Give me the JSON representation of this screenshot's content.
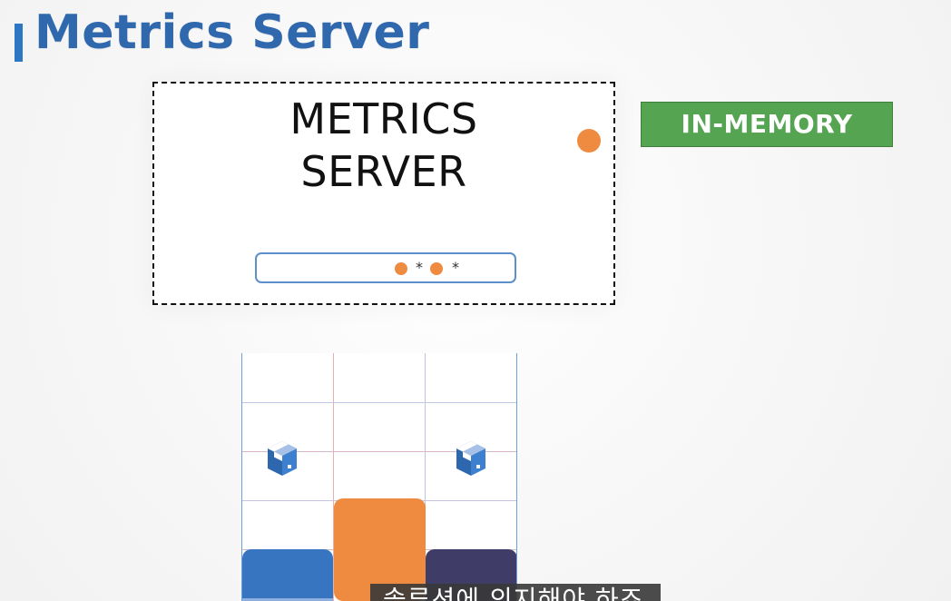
{
  "header": {
    "title": "Metrics Server",
    "accent_color": "#2d76c4",
    "title_color": "#2f68ad"
  },
  "diagram": {
    "metrics_box_title": "METRICS\nSERVER",
    "formula_symbols": [
      "*",
      "*"
    ],
    "dot_color": "#ef8a41",
    "formula_border_color": "#5d8fc8"
  },
  "badge": {
    "label": "IN-MEMORY",
    "color": "#54a451"
  },
  "grid": {
    "icon_name": "package-icon",
    "block_colors": {
      "orange": "#ef8a41",
      "blue": "#3875c1",
      "navy": "#3f3d68"
    }
  },
  "subtitle": {
    "text": "솔루션에 의지해야 하죠"
  }
}
